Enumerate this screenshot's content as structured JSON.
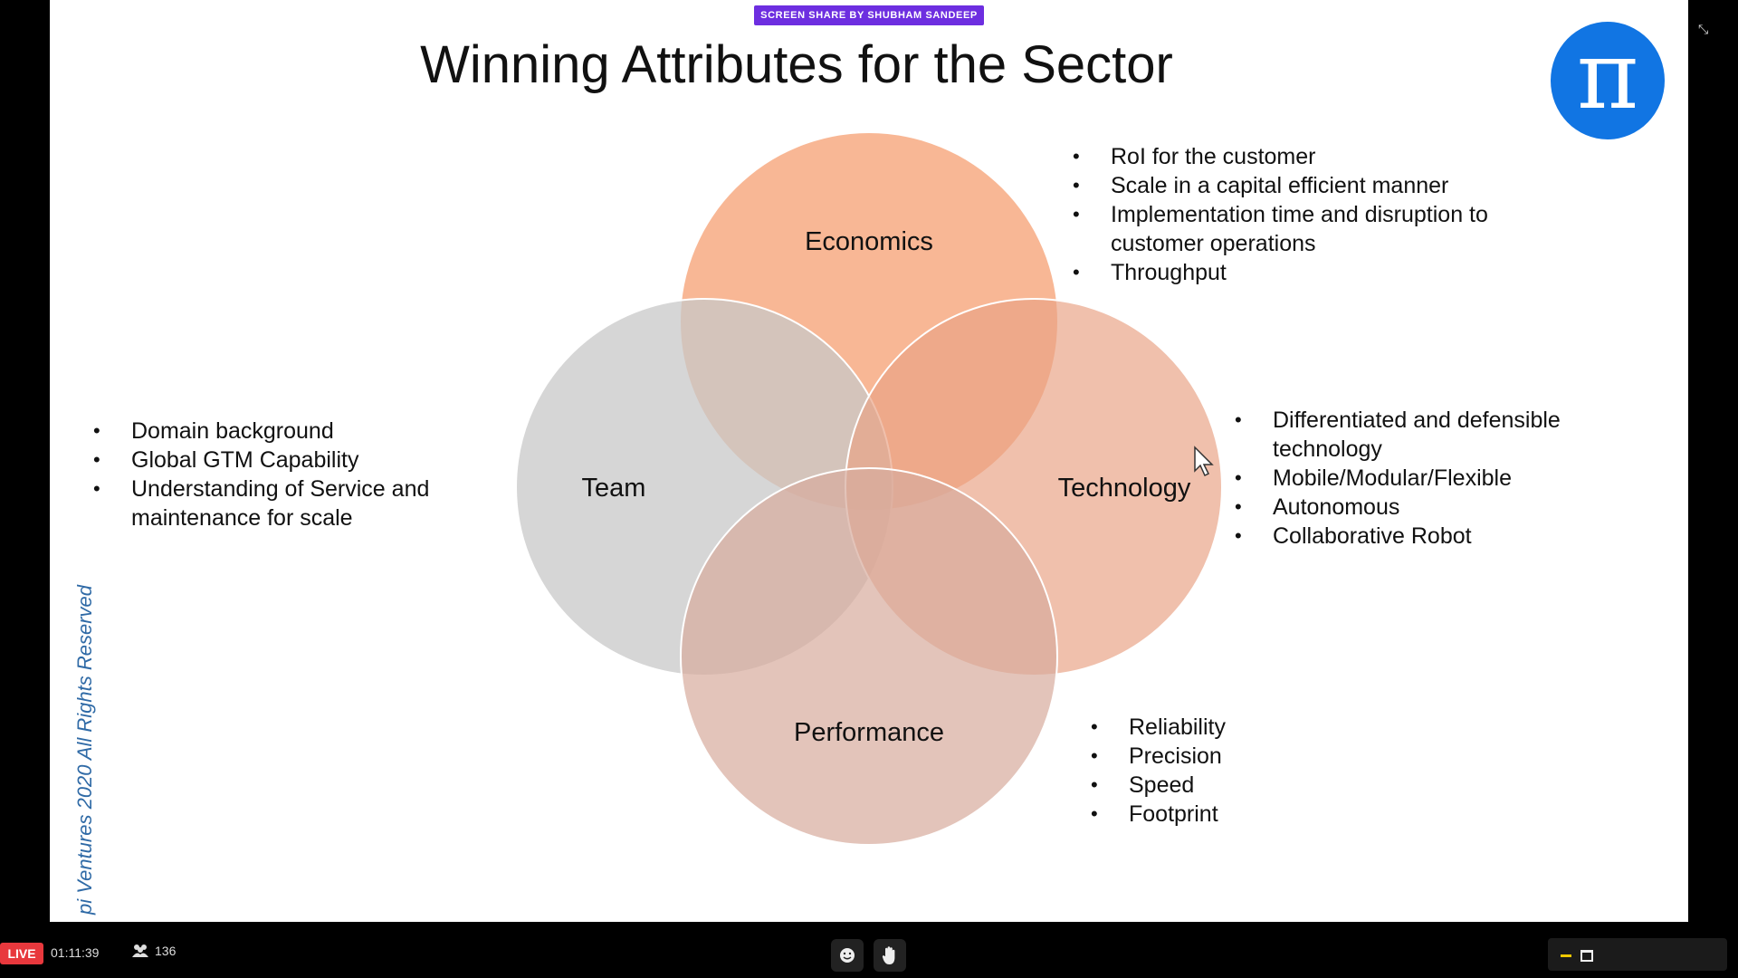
{
  "share_badge": "SCREEN SHARE BY SHUBHAM SANDEEP",
  "slide": {
    "title": "Winning Attributes for the Sector",
    "logo_glyph": "π",
    "copyright": "pi Ventures 2020 All Rights Reserved",
    "venn": {
      "circles": [
        {
          "label": "Economics",
          "color": "#f7a77e"
        },
        {
          "label": "Team",
          "color": "#c8c8c8"
        },
        {
          "label": "Technology",
          "color": "#e9a285"
        },
        {
          "label": "Performance",
          "color": "#d7ab9c"
        }
      ]
    },
    "economics_points": [
      "RoI for the customer",
      "Scale in a capital efficient manner",
      "Implementation time and disruption to customer operations",
      "Throughput"
    ],
    "team_points": [
      "Domain background",
      "Global GTM Capability",
      "Understanding of Service and maintenance for scale"
    ],
    "technology_points": [
      "Differentiated and defensible technology",
      "Mobile/Modular/Flexible",
      "Autonomous",
      "Collaborative Robot"
    ],
    "performance_points": [
      "Reliability",
      "Precision",
      "Speed",
      "Footprint"
    ]
  },
  "toolbar": {
    "live_label": "LIVE",
    "elapsed": "01:11:39",
    "participant_count": "136",
    "icons": {
      "participants": "people-icon",
      "reaction": "smiley-icon",
      "raise_hand": "hand-icon",
      "minimize": "minimize-icon",
      "window": "window-icon",
      "collapse": "collapse-icon"
    },
    "live_color": "#e8383d",
    "badge_color": "#6d2ee0",
    "logo_color": "#1175e3"
  }
}
